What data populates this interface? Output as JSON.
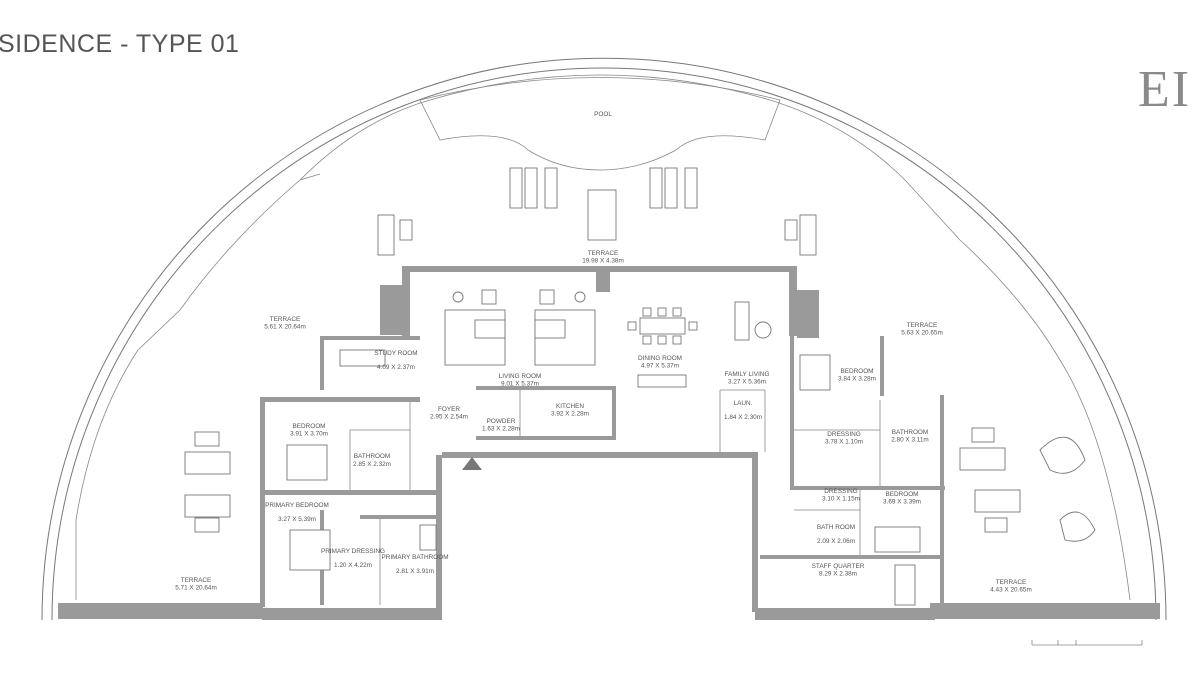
{
  "title": "SIDENCE - TYPE 01",
  "brand": "EI",
  "colors": {
    "wall": "#9a9a9a",
    "line": "#777777",
    "text": "#555555"
  },
  "rooms": [
    {
      "name": "POOL",
      "size": ""
    },
    {
      "name": "TERRACE",
      "size": "19.98 X 4.38m"
    },
    {
      "name": "TERRACE",
      "size": "5.61 X 20.64m"
    },
    {
      "name": "TERRACE",
      "size": "5.63 X 20.65m"
    },
    {
      "name": "STUDY ROOM",
      "size": "4.09 X 2.37m"
    },
    {
      "name": "LIVING ROOM",
      "size": "9.01 X 5.37m"
    },
    {
      "name": "DINING ROOM",
      "size": "4.97 X 5.37m"
    },
    {
      "name": "FAMILY LIVING",
      "size": "3.27 X 5.36m"
    },
    {
      "name": "BEDROOM",
      "size": "3.84 X 3.28m"
    },
    {
      "name": "FOYER",
      "size": "2.95 X 2.54m"
    },
    {
      "name": "POWDER",
      "size": "1.63 X 2.28m"
    },
    {
      "name": "KITCHEN",
      "size": "3.92 X 2.28m"
    },
    {
      "name": "LAUN.",
      "size": "1.84 X 2.30m"
    },
    {
      "name": "BEDROOM",
      "size": "3.91 X 3.70m"
    },
    {
      "name": "BATHROOM",
      "size": "2.85 X 2.32m"
    },
    {
      "name": "DRESSING",
      "size": "3.78 X 1.10m"
    },
    {
      "name": "BATHROOM",
      "size": "2.80 X 3.11m"
    },
    {
      "name": "PRIMARY BEDROOM",
      "size": "3.27 X 5.39m"
    },
    {
      "name": "PRIMARY DRESSING",
      "size": "1.20 X 4.22m"
    },
    {
      "name": "PRIMARY BATHROOM",
      "size": "2.81 X 3.91m"
    },
    {
      "name": "DRESSING",
      "size": "3.10 X 1.15m"
    },
    {
      "name": "BEDROOM",
      "size": "3.69 X 3.39m"
    },
    {
      "name": "BATH ROOM",
      "size": "2.09 X 2.06m"
    },
    {
      "name": "STAFF QUARTER",
      "size": "8.29 X 2.38m"
    },
    {
      "name": "TERRACE",
      "size": "5.71 X 20.64m"
    },
    {
      "name": "TERRACE",
      "size": "4.43 X 20.65m"
    }
  ]
}
